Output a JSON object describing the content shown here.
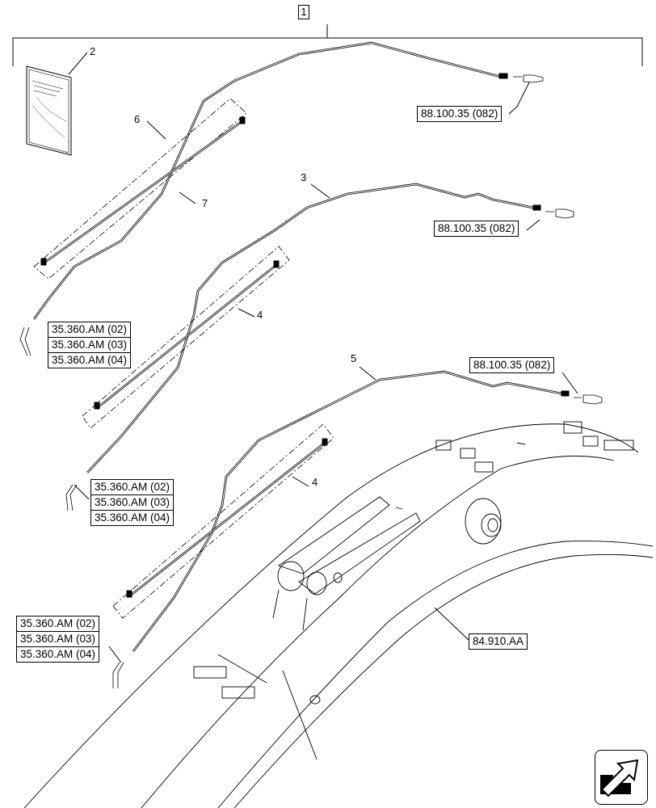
{
  "diagram": {
    "assembly_item": "1",
    "callouts": {
      "c2": "2",
      "c3": "3",
      "c4a": "4",
      "c4b": "4",
      "c5": "5",
      "c6": "6",
      "c7": "7"
    },
    "refs": {
      "top_right": "88.100.35 (082)",
      "mid_right": "88.100.35 (082)",
      "lower_right": "88.100.35 (082)",
      "boom": "84.910.AA"
    },
    "ref_stack_1": [
      "35.360.AM (02)",
      "35.360.AM (03)",
      "35.360.AM (04)"
    ],
    "ref_stack_2": [
      "35.360.AM (02)",
      "35.360.AM (03)",
      "35.360.AM (04)"
    ],
    "ref_stack_3": [
      "35.360.AM (02)",
      "35.360.AM (03)",
      "35.360.AM (04)"
    ],
    "nav_icon": "next-page-arrow-icon"
  }
}
